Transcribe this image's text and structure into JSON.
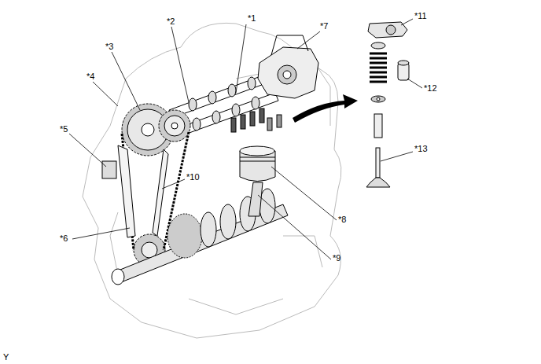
{
  "diagram": {
    "labels": [
      "*1",
      "*2",
      "*3",
      "*4",
      "*5",
      "*6",
      "*7",
      "*8",
      "*9",
      "*10",
      "*11",
      "*12",
      "*13",
      "Y"
    ]
  }
}
